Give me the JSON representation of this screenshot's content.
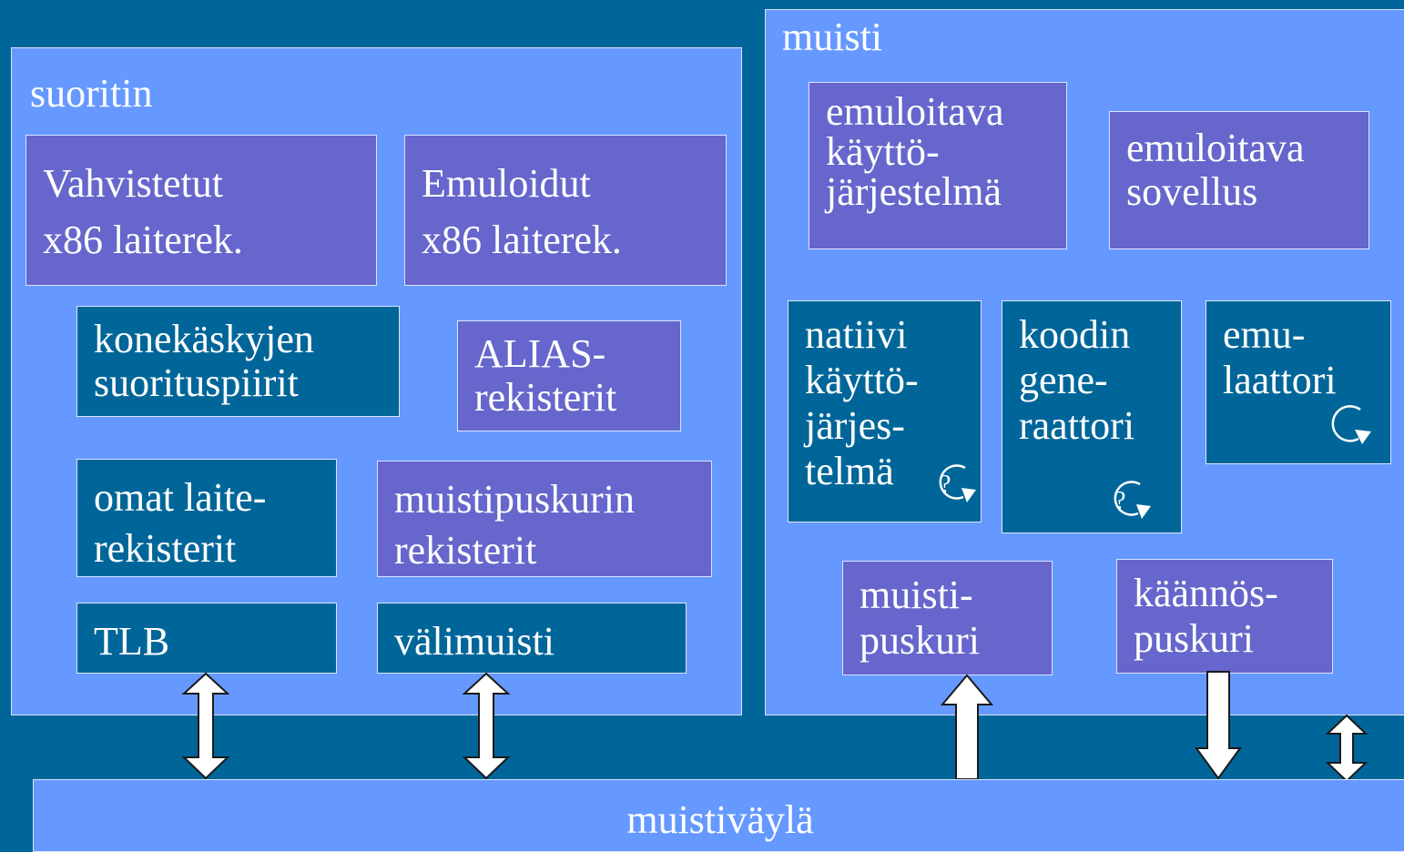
{
  "colors": {
    "background": "#006699",
    "panel": "#6699ff",
    "dark_box": "#006699",
    "purple_box": "#6666cc",
    "text": "#ffffff"
  },
  "processor": {
    "title": "suoritin",
    "boxes": [
      {
        "label": "Vahvistetut\nx86 laiterek."
      },
      {
        "label": "Emuloidut\nx86 laiterek."
      },
      {
        "label": "konekäskyjen\nsuorituspiirit"
      },
      {
        "label": "ALIAS-\nrekisterit"
      },
      {
        "label": "omat laite-\nrekisterit"
      },
      {
        "label": "muistipuskurin\nrekisterit"
      },
      {
        "label": "TLB"
      },
      {
        "label": "välimuisti"
      }
    ]
  },
  "memory": {
    "title": "muisti",
    "boxes": [
      {
        "label": "emuloitava\nkäyttö-\njärjestelmä"
      },
      {
        "label": "emuloitava\nsovellus"
      },
      {
        "label": "natiivi\nkäyttö-\njärjes-\ntelmä"
      },
      {
        "label": "koodin\ngene-\nraattori"
      },
      {
        "label": "emu-\nlaattori"
      },
      {
        "label": "muisti-\npuskuri"
      },
      {
        "label": "käännös-\npuskuri"
      }
    ]
  },
  "bus": {
    "label": "muistiväylä"
  },
  "icons": [
    "question-cycle-icon",
    "question-cycle-icon",
    "cycle-icon"
  ]
}
